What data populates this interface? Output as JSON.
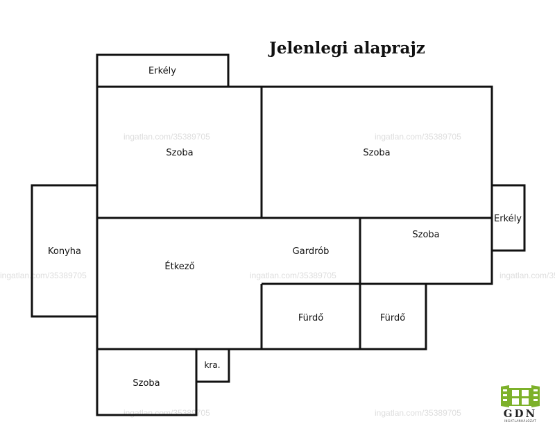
{
  "title": "Jelenlegi alaprajz",
  "watermark": "ingatlan.com/35389705",
  "rooms": {
    "erkely_top": "Erkély",
    "szoba_top_left": "Szoba",
    "szoba_top_right": "Szoba",
    "erkely_right": "Erkély",
    "konyha": "Konyha",
    "etkezo": "Étkező",
    "gardrob": "Gardrób",
    "szoba_mid_right": "Szoba",
    "furdo_left": "Fürdő",
    "furdo_right": "Fürdő",
    "szoba_bottom": "Szoba",
    "kamra": "kra."
  },
  "logo": {
    "brand": "GDN",
    "subtitle": "INGATLANHÁLÓZAT",
    "color": "#7db12a"
  }
}
